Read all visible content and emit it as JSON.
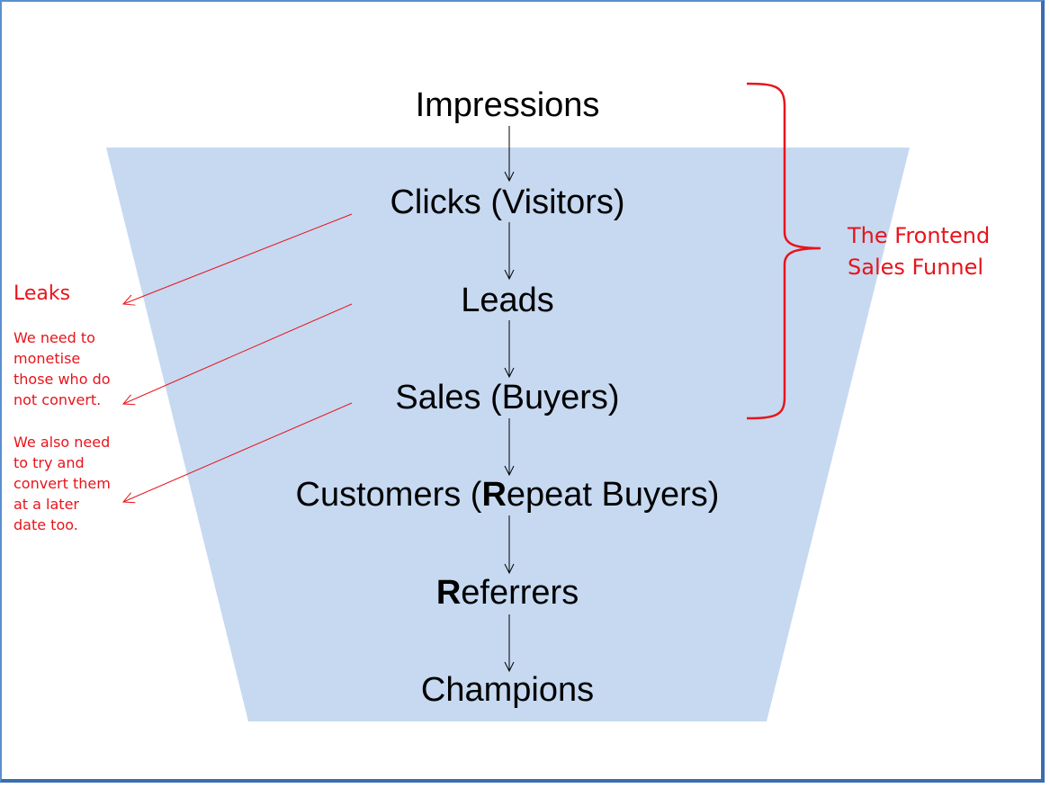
{
  "funnel": {
    "stages": [
      {
        "label": "Impressions"
      },
      {
        "label": "Clicks (Visitors)"
      },
      {
        "label": "Leads"
      },
      {
        "label": "Sales (Buyers)"
      },
      {
        "prefix": "Customers (",
        "bold": "R",
        "suffix": "epeat Buyers)"
      },
      {
        "prefix": "",
        "bold": "R",
        "suffix": "eferrers"
      },
      {
        "label": "Champions"
      }
    ]
  },
  "frontend": {
    "line1": "The Frontend",
    "line2": "Sales Funnel"
  },
  "leaks": {
    "title": "Leaks",
    "note1": [
      "We need to",
      "monetise",
      "those who do",
      "not convert."
    ],
    "note2": [
      "We also need",
      "to try and",
      "convert them",
      "at a later",
      "date too."
    ]
  },
  "colors": {
    "funnel_fill": "#c6d9f1",
    "accent_red": "#e8141b",
    "frame_blue": "#5b8fd0"
  }
}
